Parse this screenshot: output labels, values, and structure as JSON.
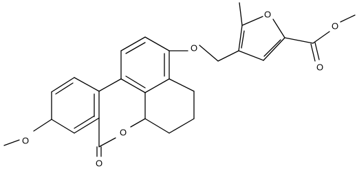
{
  "molecule": {
    "atoms": {
      "ring_oxygen": "O",
      "carbonyl_oxygen": "O",
      "ether_oxygen": "O",
      "furan_oxygen": "O",
      "methoxy_oxygen": "O",
      "ester_single_oxygen": "O",
      "ester_carbonyl_oxygen": "O"
    }
  }
}
